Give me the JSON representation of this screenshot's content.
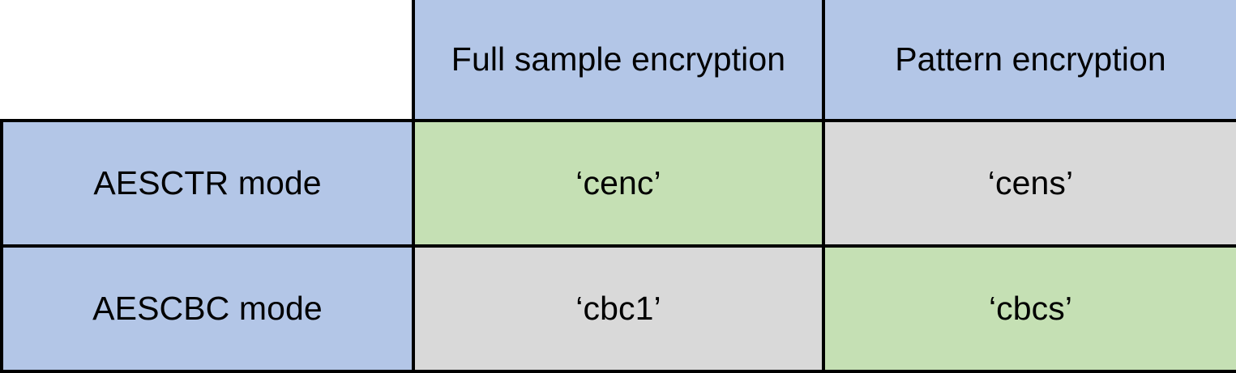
{
  "table": {
    "corner_label": "",
    "column_headers": [
      "Full sample encryption",
      "Pattern encryption"
    ],
    "rows": [
      {
        "header": "AESCTR mode",
        "cells": [
          {
            "value": "‘cenc’",
            "fill": "green"
          },
          {
            "value": "‘cens’",
            "fill": "gray"
          }
        ]
      },
      {
        "header": "AESCBC mode",
        "cells": [
          {
            "value": "‘cbc1’",
            "fill": "gray"
          },
          {
            "value": "‘cbcs’",
            "fill": "green"
          }
        ]
      }
    ],
    "colors": {
      "header_blue": "#b3c6e7",
      "highlight_green": "#c5e0b4",
      "neutral_gray": "#d9d9d9",
      "border_black": "#000000",
      "background_white": "#ffffff",
      "text_black": "#000000"
    }
  }
}
